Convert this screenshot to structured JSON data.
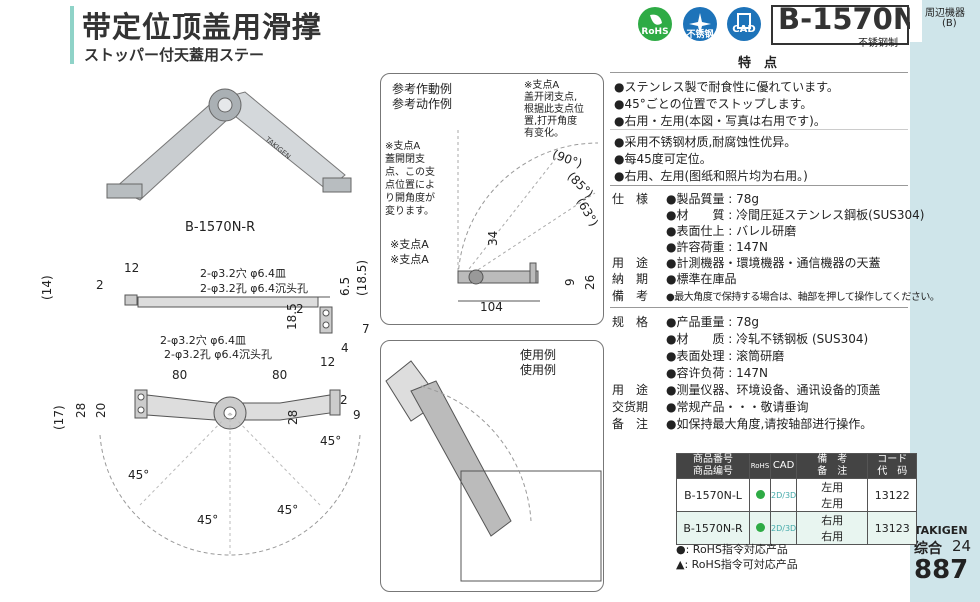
{
  "header": {
    "title": "带定位顶盖用滑撑",
    "subtitle": "ストッパー付天蓋用ステー",
    "model": "B-1570N",
    "model_sub": "不锈钢制",
    "badges": [
      {
        "name": "rohs",
        "label": "RoHS"
      },
      {
        "name": "stainless",
        "label": "不锈钢"
      },
      {
        "name": "cad",
        "label": "CAD"
      }
    ]
  },
  "band": {
    "top_line1": "周辺機器",
    "top_line2": "(B)",
    "brand": "TAKIGEN",
    "section": "综合",
    "section_no": "24",
    "page": "887"
  },
  "photo_label": "B-1570N-R",
  "diagram": {
    "ref_title_jp": "参考作動例",
    "ref_title_cn": "参考动作例",
    "note_a_jp": [
      "※支点A",
      "蓋開閉支",
      "点、この支",
      "点位置によ",
      "り開角度が",
      "変ります。"
    ],
    "note_a_cn": [
      "※支点A",
      "盖开闭支点,",
      "根据此支点位",
      "置,打开角度",
      "有变化。"
    ],
    "fulcrum_jp": "※支点A",
    "fulcrum_cn": "※支点A",
    "angles": [
      "(90°)",
      "(85°)",
      "(63°)",
      "45°",
      "45°",
      "45°",
      "45°"
    ],
    "dims_top": [
      "12",
      "2",
      "(14)",
      "2-φ3.2穴 φ6.4皿",
      "2-φ3.2孔 φ6.4沉头孔",
      "6.5",
      "(18.5)",
      "2",
      "18.5",
      "4",
      "7",
      "12"
    ],
    "dims_mid": [
      "2-φ3.2穴 φ6.4皿",
      "2-φ3.2孔 φ6.4沉头孔",
      "80",
      "80",
      "28",
      "20",
      "(17)",
      "28",
      "2",
      "9"
    ],
    "dims_ref": [
      "34",
      "104",
      "9",
      "26"
    ],
    "use_title_jp": "使用例",
    "use_title_cn": "使用例"
  },
  "features": {
    "title": "特　点",
    "jp": [
      "●ステンレス製で耐食性に優れています。",
      "●45°ごとの位置でストップします。",
      "●右用・左用(本図・写真は右用です)。"
    ],
    "cn": [
      "●采用不锈钢材质,耐腐蚀性优异。",
      "●每45度可定位。",
      "●右用、左用(图纸和照片均为右用。)"
    ]
  },
  "spec_jp": [
    {
      "label": "仕　様",
      "lines": [
        "●製品質量 : 78g",
        "●材　　質 : 冷間圧延ステンレス鋼板(SUS304)",
        "●表面仕上 : バレル研磨",
        "●許容荷重 : 147N"
      ]
    },
    {
      "label": "用　途",
      "lines": [
        "●計測機器・環境機器・通信機器の天蓋"
      ]
    },
    {
      "label": "納　期",
      "lines": [
        "●標準在庫品"
      ]
    },
    {
      "label": "備　考",
      "lines": [
        "●最大角度で保持する場合は、軸部を押して操作してください。"
      ]
    }
  ],
  "spec_cn": [
    {
      "label": "规　格",
      "lines": [
        "●产品重量 : 78g",
        "●材　　质 : 冷轧不锈钢板 (SUS304)",
        "●表面处理 : 滚筒研磨",
        "●容许负荷 : 147N"
      ]
    },
    {
      "label": "用　途",
      "lines": [
        "●测量仪器、环境设备、通讯设备的顶盖"
      ]
    },
    {
      "label": "交货期",
      "lines": [
        "●常规产品・・・敬请垂询"
      ]
    },
    {
      "label": "备　注",
      "lines": [
        "●如保持最大角度,请按轴部进行操作。"
      ]
    }
  ],
  "table": {
    "headers": [
      "商品番号",
      "商品编号",
      "RoHS",
      "CAD",
      "備　考",
      "备　注",
      "コード",
      "代　码"
    ],
    "rows": [
      {
        "code": "B-1570N-L",
        "cad": "2D/3D",
        "remark_jp": "左用",
        "remark_cn": "左用",
        "no": "13122"
      },
      {
        "code": "B-1570N-R",
        "cad": "2D/3D",
        "remark_jp": "右用",
        "remark_cn": "右用",
        "no": "13123"
      }
    ]
  },
  "legend": [
    "●: RoHS指令対応产品",
    "▲: RoHS指令可対応产品"
  ],
  "colors": {
    "accent": "#8fd3c8",
    "band": "#cfe5ea",
    "rohs": "#2eab45",
    "cad": "#1d73b9"
  }
}
